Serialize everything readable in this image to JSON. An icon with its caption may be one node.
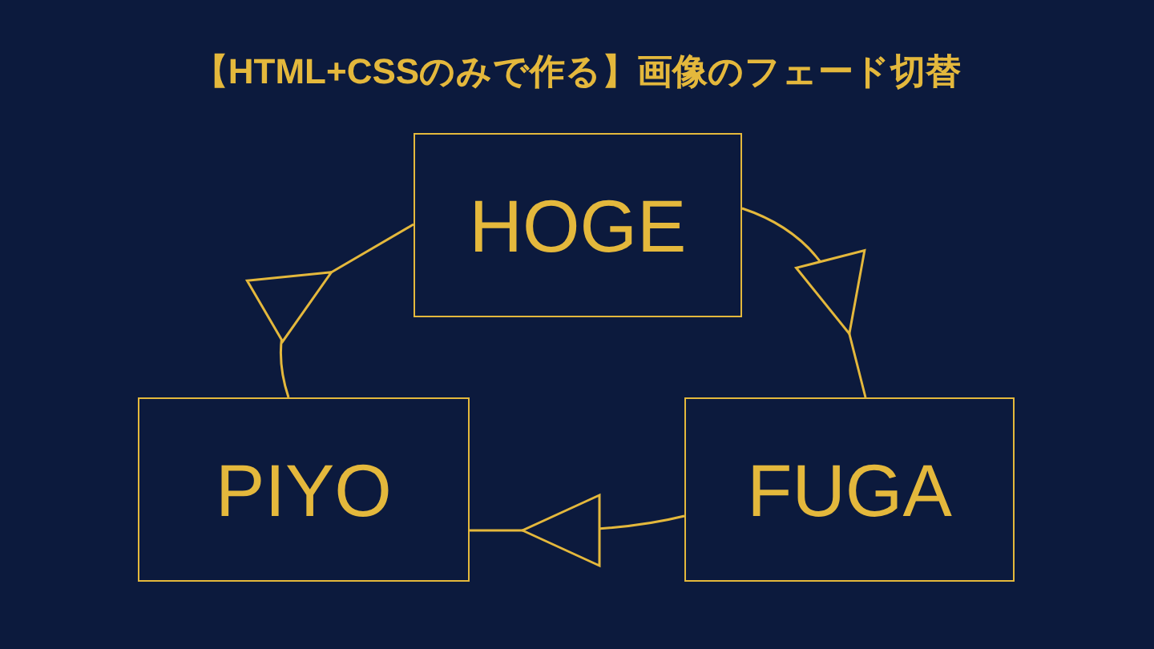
{
  "diagram": {
    "title": "【HTML+CSSのみで作る】画像のフェード切替",
    "nodes": [
      {
        "text": [
          "HOGE"
        ]
      },
      {
        "text": [
          "FUGA"
        ]
      },
      {
        "text": [
          "PIYO"
        ]
      }
    ],
    "edges": [
      {
        "from": 0,
        "to": 1,
        "arrow": "to"
      },
      {
        "from": 1,
        "to": 2,
        "arrow": "to"
      },
      {
        "from": 2,
        "to": 0,
        "arrow": "to"
      }
    ]
  }
}
